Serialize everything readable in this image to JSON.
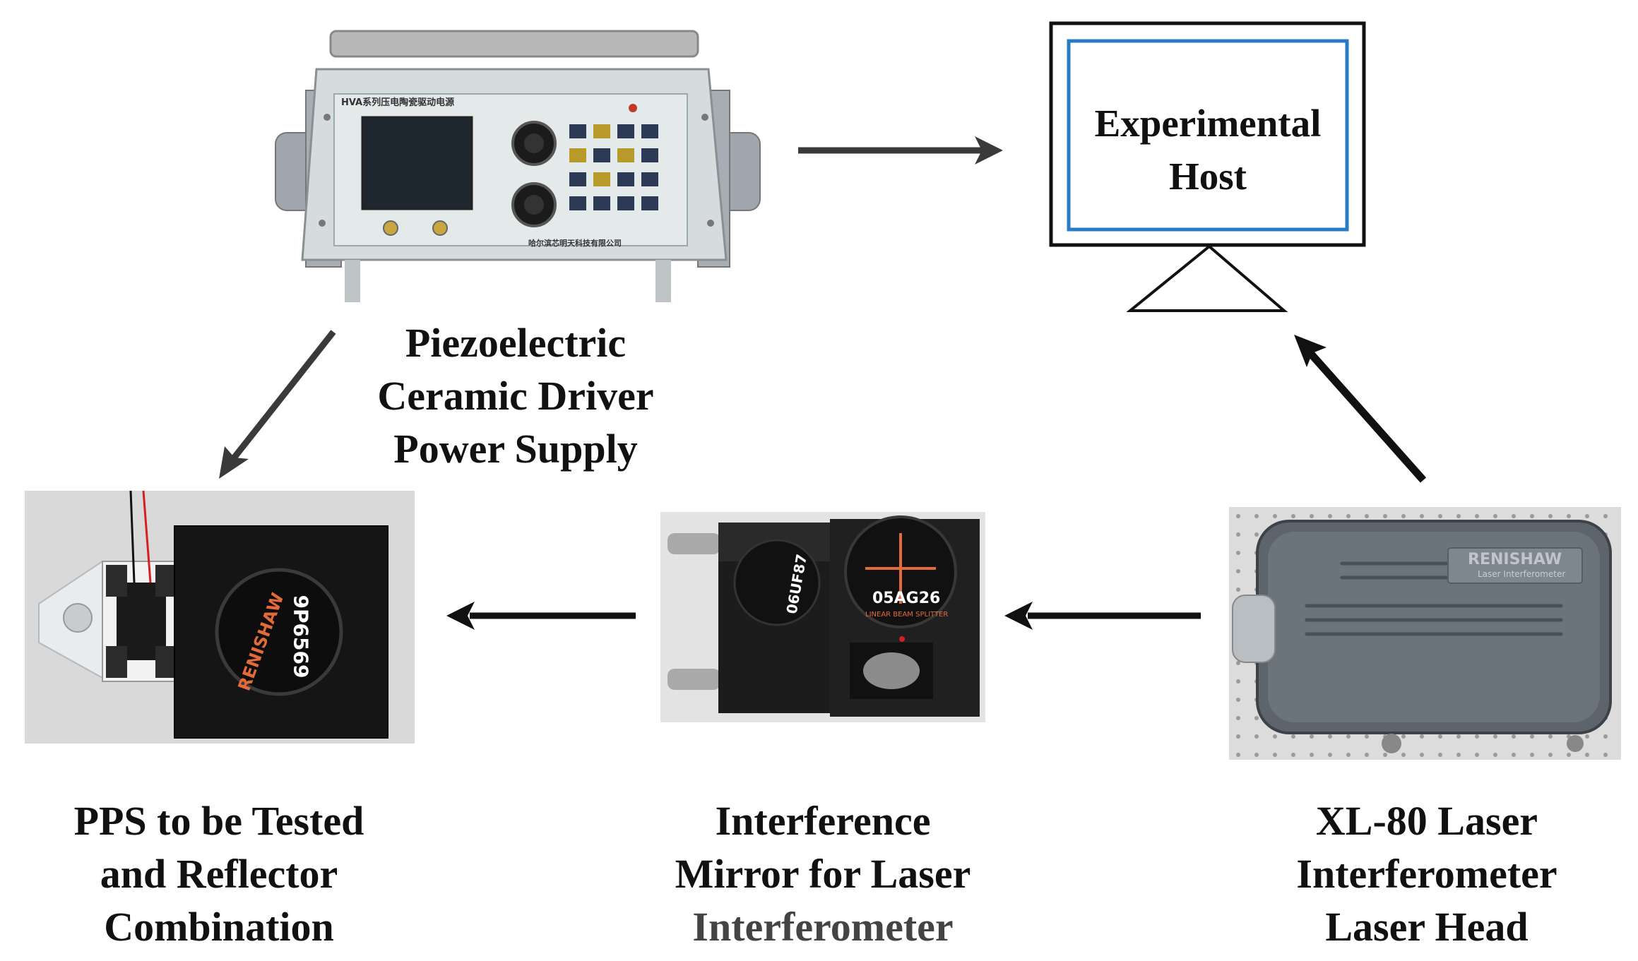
{
  "labels": {
    "power_supply": [
      "Piezoelectric",
      "Ceramic Driver",
      "Power Supply"
    ],
    "host": [
      "Experimental",
      "Host"
    ],
    "pps": [
      "PPS to be Tested",
      "and Reflector",
      "Combination"
    ],
    "mirror": [
      "Interference",
      "Mirror for Laser",
      "Interferometer"
    ],
    "laser_head": [
      "XL-80 Laser",
      "Interferometer",
      "Laser Head"
    ]
  },
  "device_text": {
    "driver_panel_title": "HVA系列压电陶瓷驱动电源",
    "driver_maker": "哈尔滨芯明天科技有限公司",
    "pps_reflector_brand": "RENISHAW",
    "pps_reflector_serial": "9P6569",
    "mirror_left_serial": "06UF87",
    "mirror_right_serial": "05AG26",
    "mirror_right_caption": "LINEAR BEAM SPLITTER",
    "laser_brand": "RENISHAW",
    "laser_caption": "Laser Interferometer"
  },
  "colors": {
    "text": "#111111",
    "arrow": "#1a1a1a",
    "monitor_inner_border": "#2a7bc4",
    "photo_background": "#d9d9d9"
  }
}
